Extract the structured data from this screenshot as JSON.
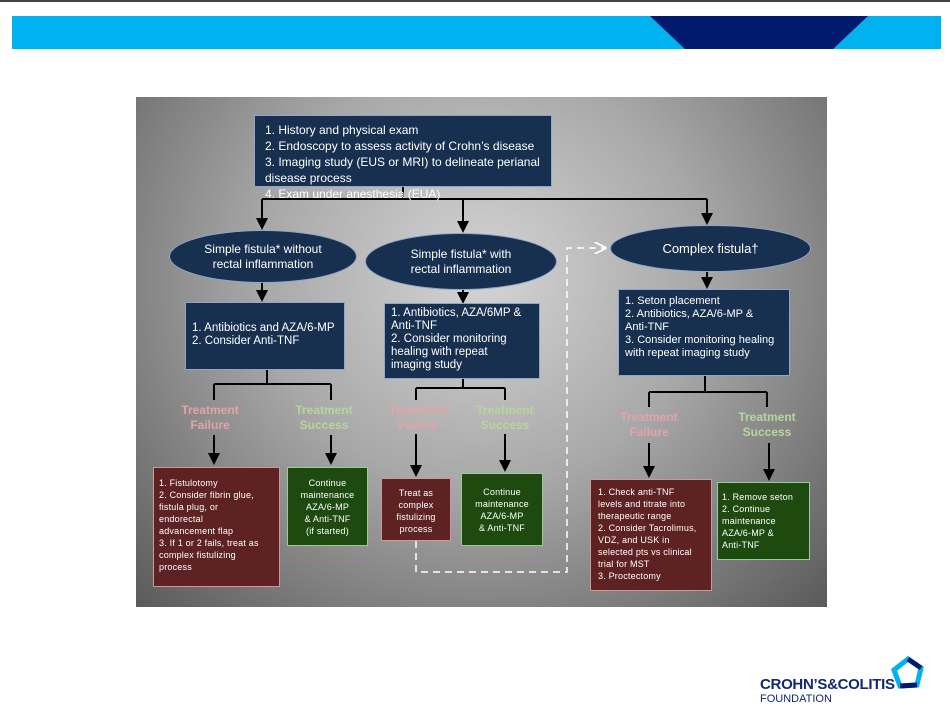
{
  "header": {
    "colors": {
      "light": "#00b2ef",
      "dark": "#001a6e"
    }
  },
  "top_box": {
    "items": [
      "1.  History and physical exam",
      "2.  Endoscopy to assess activity of Crohn’s disease",
      "3.  Imaging study (EUS or MRI) to delineate perianal disease process",
      "4.  Exam under anesthesia (EUA)"
    ]
  },
  "branches": [
    {
      "title": "Simple fistula* without\nrectal inflammation",
      "treatment": "1.  Antibiotics and AZA/6-MP\n2.  Consider Anti-TNF",
      "failure_label": "Treatment\nFailure",
      "success_label": "Treatment\nSuccess",
      "failure": "1. Fistulotomy\n2. Consider fibrin glue,\n      fistula plug, or\n      endorectal\n      advancement flap\n3. If 1 or 2 fails, treat as\n      complex fistulizing\n      process",
      "success": "Continue\nmaintenance\nAZA/6-MP\n& Anti-TNF\n(if started)"
    },
    {
      "title": "Simple fistula* with\nrectal inflammation",
      "treatment": "1.  Antibiotics, AZA/6MP &\n      Anti-TNF\n2.  Consider monitoring\n      healing with repeat\n      imaging study",
      "failure_label": "Treatment\nFailure",
      "success_label": "Treatment\nSuccess",
      "failure": "Treat as\ncomplex\nfistulizing\nprocess",
      "success": "Continue\nmaintenance\nAZA/6-MP\n& Anti-TNF"
    },
    {
      "title": "Complex fistula†",
      "treatment": "1.   Seton placement\n2.   Antibiotics, AZA/6-MP &\n      Anti-TNF\n3.   Consider monitoring healing\n      with repeat imaging study",
      "failure_label": "Treatment\nFailure",
      "success_label": "Treatment\nSuccess",
      "failure": "1. Check anti-TNF\nlevels and titrate into\ntherapeutic range\n2. Consider Tacrolimus,\nVDZ, and USK in\nselected pts vs clinical\ntrial for MST\n3. Proctectomy",
      "success": "1. Remove seton\n2. Continue\n      maintenance\n      AZA/6-MP &\n      Anti-TNF"
    }
  ],
  "logo": {
    "name": "CROHN’S&COLITIS",
    "sub": "FOUNDATION"
  }
}
